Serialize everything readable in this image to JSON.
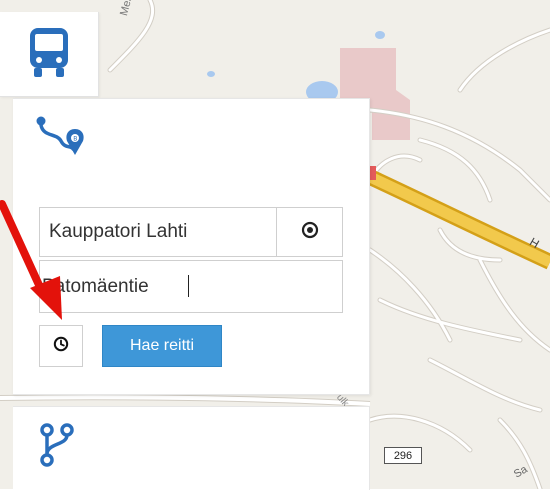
{
  "map": {
    "labels": {
      "messi": "Messi",
      "highway": "H",
      "sa": "Sa",
      "ulk": "ulk"
    },
    "road_shield": "296",
    "colors": {
      "background": "#f1efe9",
      "highway": "#f2c94c",
      "highway_border": "#d4a018",
      "urban_area": "#e9c9c9",
      "water": "#a9c9ef",
      "road": "#ffffff",
      "road_border": "#cfcac0"
    }
  },
  "mode_tab": {
    "icon": "bus-icon",
    "color": "#2a6ebb"
  },
  "route_panel": {
    "icon": "route-icon",
    "from": {
      "value": "Kauppatori Lahti",
      "locate_icon": "target-icon"
    },
    "to": {
      "value": "Patomäentie"
    },
    "time_icon": "clock-icon",
    "search_label": "Hae reitti",
    "accent_color": "#3e97d8"
  },
  "bottom_tab": {
    "icon": "branch-route-icon",
    "color": "#2a6ebb"
  },
  "annotation": {
    "icon": "red-arrow-icon",
    "color": "#e3120b"
  }
}
